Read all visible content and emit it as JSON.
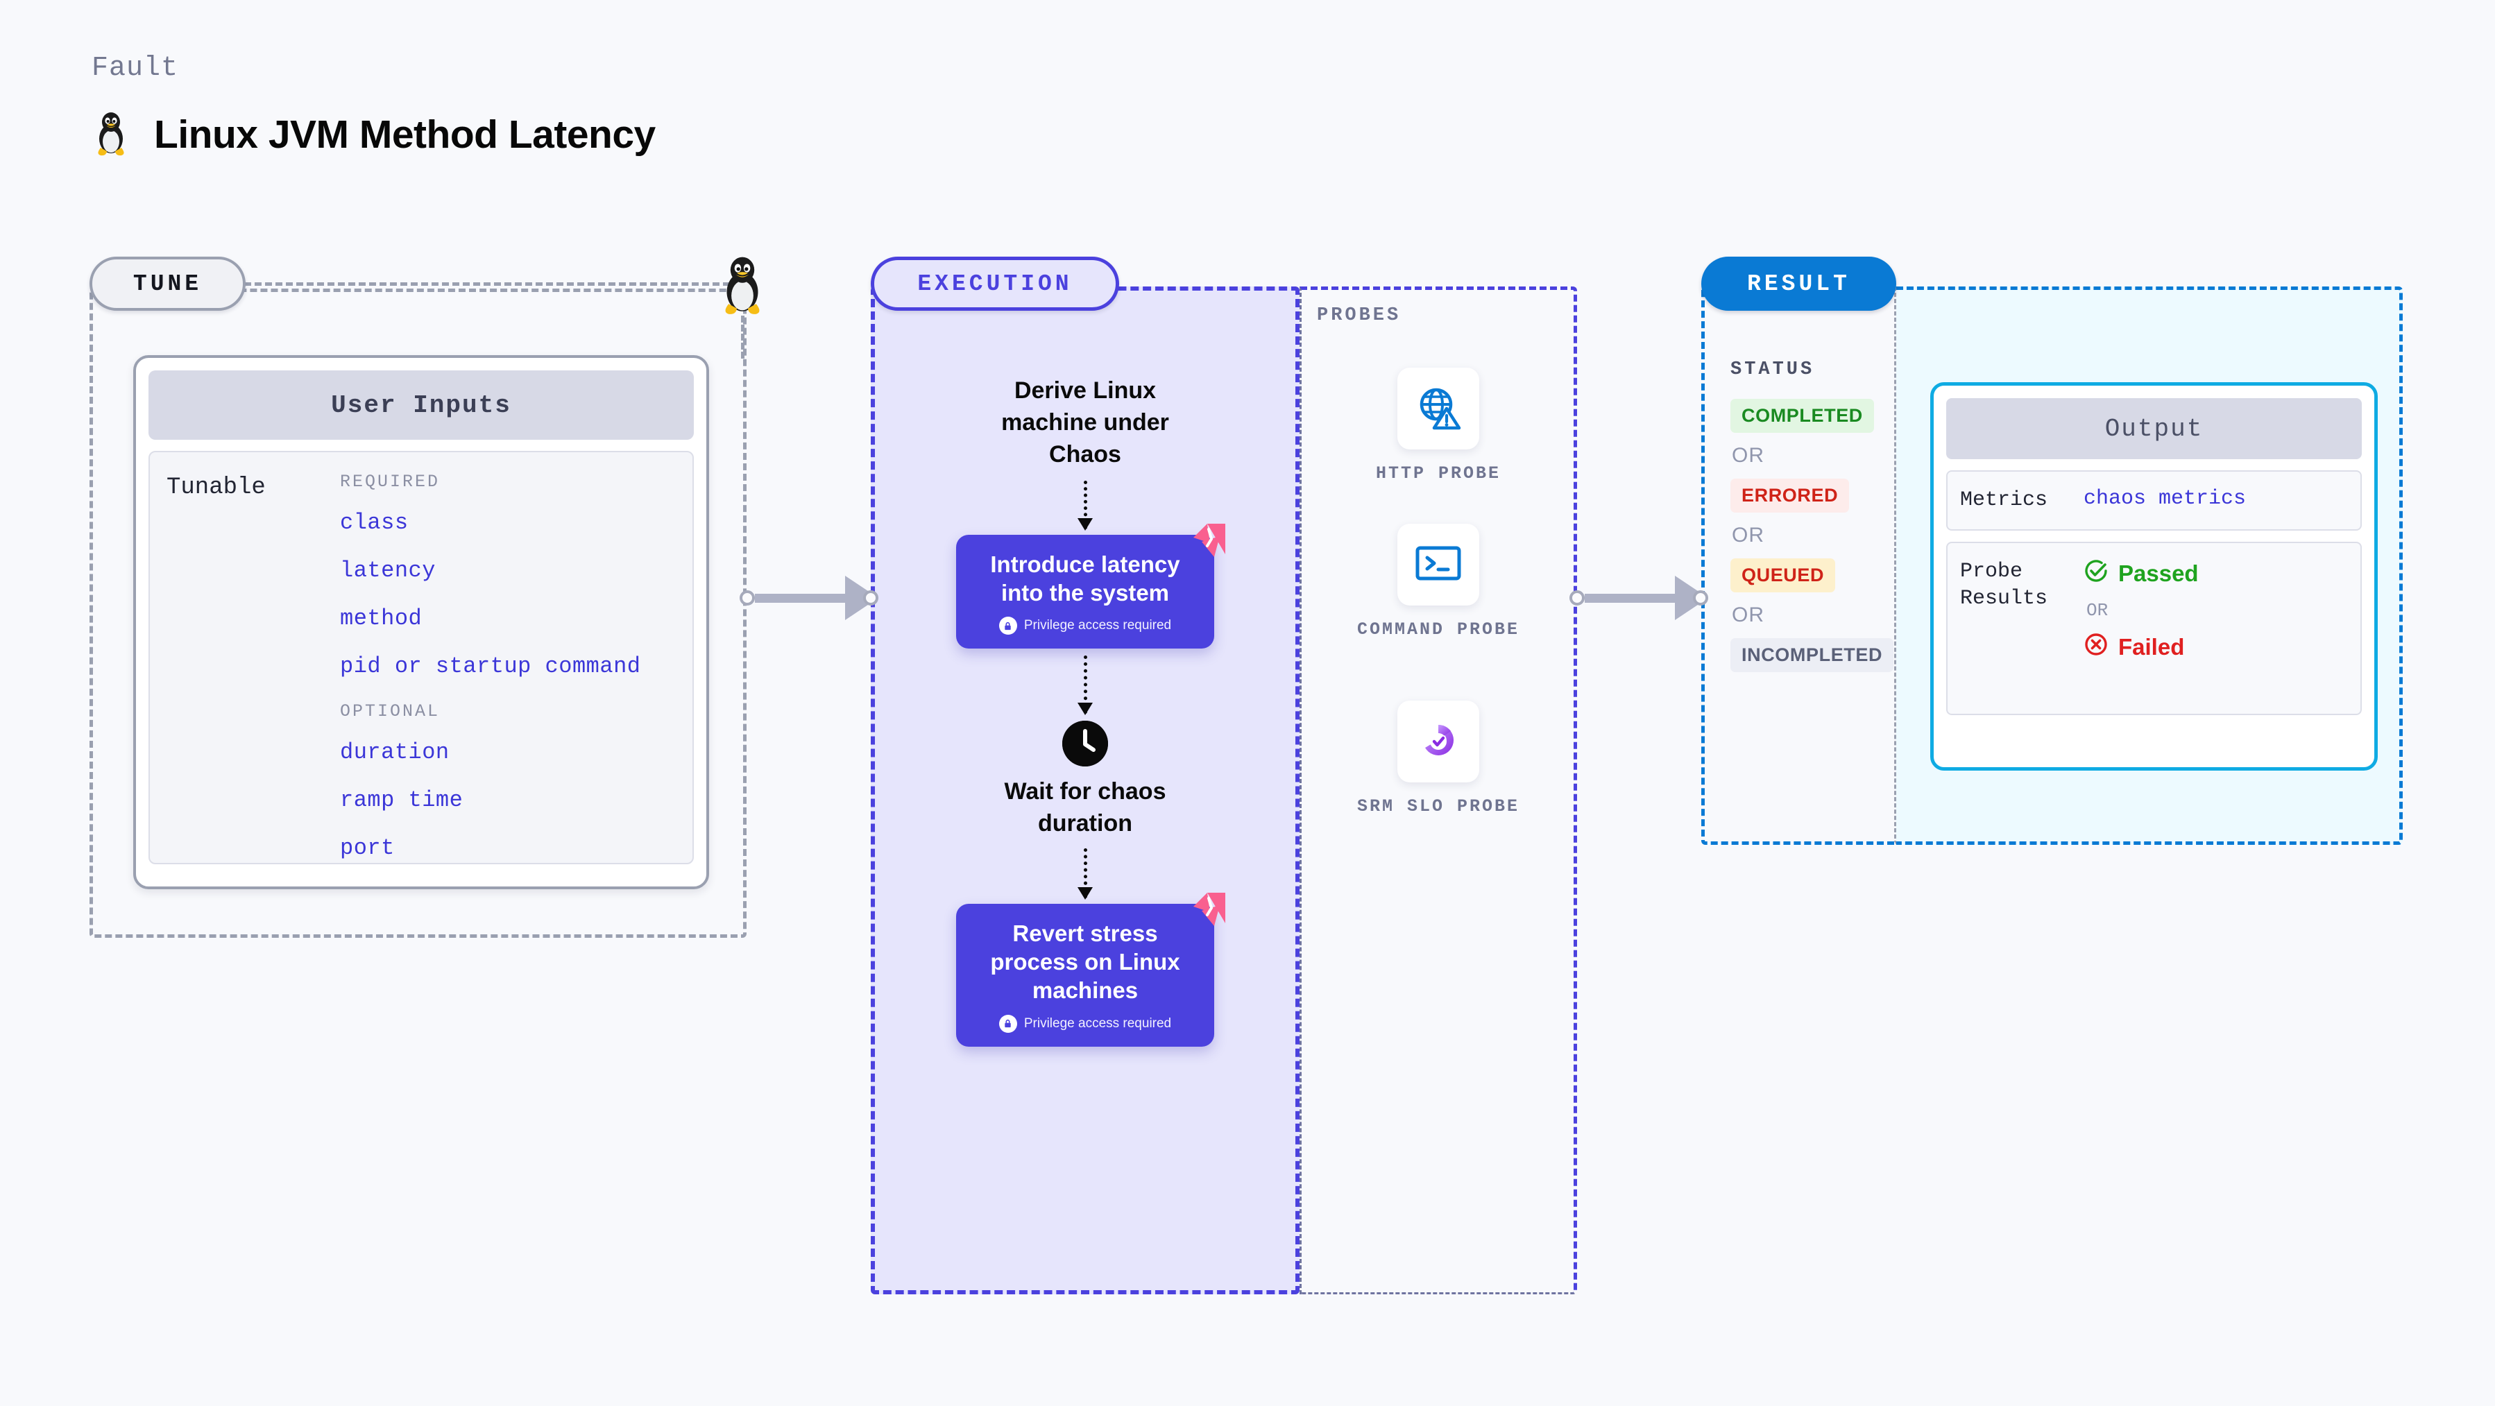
{
  "header": {
    "kicker": "Fault",
    "title": "Linux JVM Method Latency",
    "logo_icon": "linux-penguin-icon"
  },
  "tune": {
    "pill_label": "TUNE",
    "penguin_icon": "linux-penguin-icon",
    "card": {
      "header": "User Inputs",
      "row_label": "Tunable",
      "groups": [
        {
          "heading": "REQUIRED",
          "items": [
            "class",
            "latency",
            "method",
            "pid or startup command"
          ]
        },
        {
          "heading": "OPTIONAL",
          "items": [
            "duration",
            "ramp time",
            "port"
          ]
        }
      ]
    }
  },
  "execution": {
    "pill_label": "EXECUTION",
    "steps": [
      {
        "kind": "text",
        "label": "Derive Linux machine under Chaos"
      },
      {
        "kind": "fault",
        "label": "Introduce latency into the system",
        "privilege_note": "Privilege access required",
        "badge_icon": "chaos-fault-icon",
        "lock_icon": "lock-icon"
      },
      {
        "kind": "wait",
        "label": "Wait for chaos duration",
        "icon": "clock-icon"
      },
      {
        "kind": "fault",
        "label": "Revert stress process on Linux machines",
        "privilege_note": "Privilege access required",
        "badge_icon": "chaos-fault-icon",
        "lock_icon": "lock-icon"
      }
    ]
  },
  "probes": {
    "label": "PROBES",
    "items": [
      {
        "caption": "HTTP PROBE",
        "icon": "globe-warning-icon"
      },
      {
        "caption": "COMMAND PROBE",
        "icon": "terminal-icon"
      },
      {
        "caption": "SRM SLO PROBE",
        "icon": "slo-check-icon"
      }
    ]
  },
  "result": {
    "pill_label": "RESULT",
    "status_label": "STATUS",
    "or_label": "OR",
    "statuses": [
      {
        "label": "COMPLETED",
        "bg": "#e2f6e2",
        "fg": "#1a8a21"
      },
      {
        "label": "ERRORED",
        "bg": "#fdeceb",
        "fg": "#cf2318"
      },
      {
        "label": "QUEUED",
        "bg": "#fdf0cc",
        "fg": "#cf2318"
      },
      {
        "label": "INCOMPLETED",
        "bg": "#eceef5",
        "fg": "#5a6078"
      }
    ],
    "output": {
      "header": "Output",
      "metrics_label": "Metrics",
      "metrics_value": "chaos metrics",
      "probe_results_label": "Probe Results",
      "passed_label": "Passed",
      "failed_label": "Failed",
      "or_label": "OR",
      "passed_icon": "check-circle-icon",
      "failed_icon": "x-circle-icon",
      "passed_color": "#1fa31f",
      "failed_color": "#e02020"
    }
  },
  "connectors": {
    "tune_to_execution": "arrow-right",
    "probes_to_result": "arrow-right"
  },
  "colors": {
    "accent_purple": "#4b41de",
    "accent_blue": "#0a7ad4",
    "accent_cyan": "#0fabe3",
    "fault_pink": "#f9608f",
    "muted": "#9aa0b0"
  }
}
